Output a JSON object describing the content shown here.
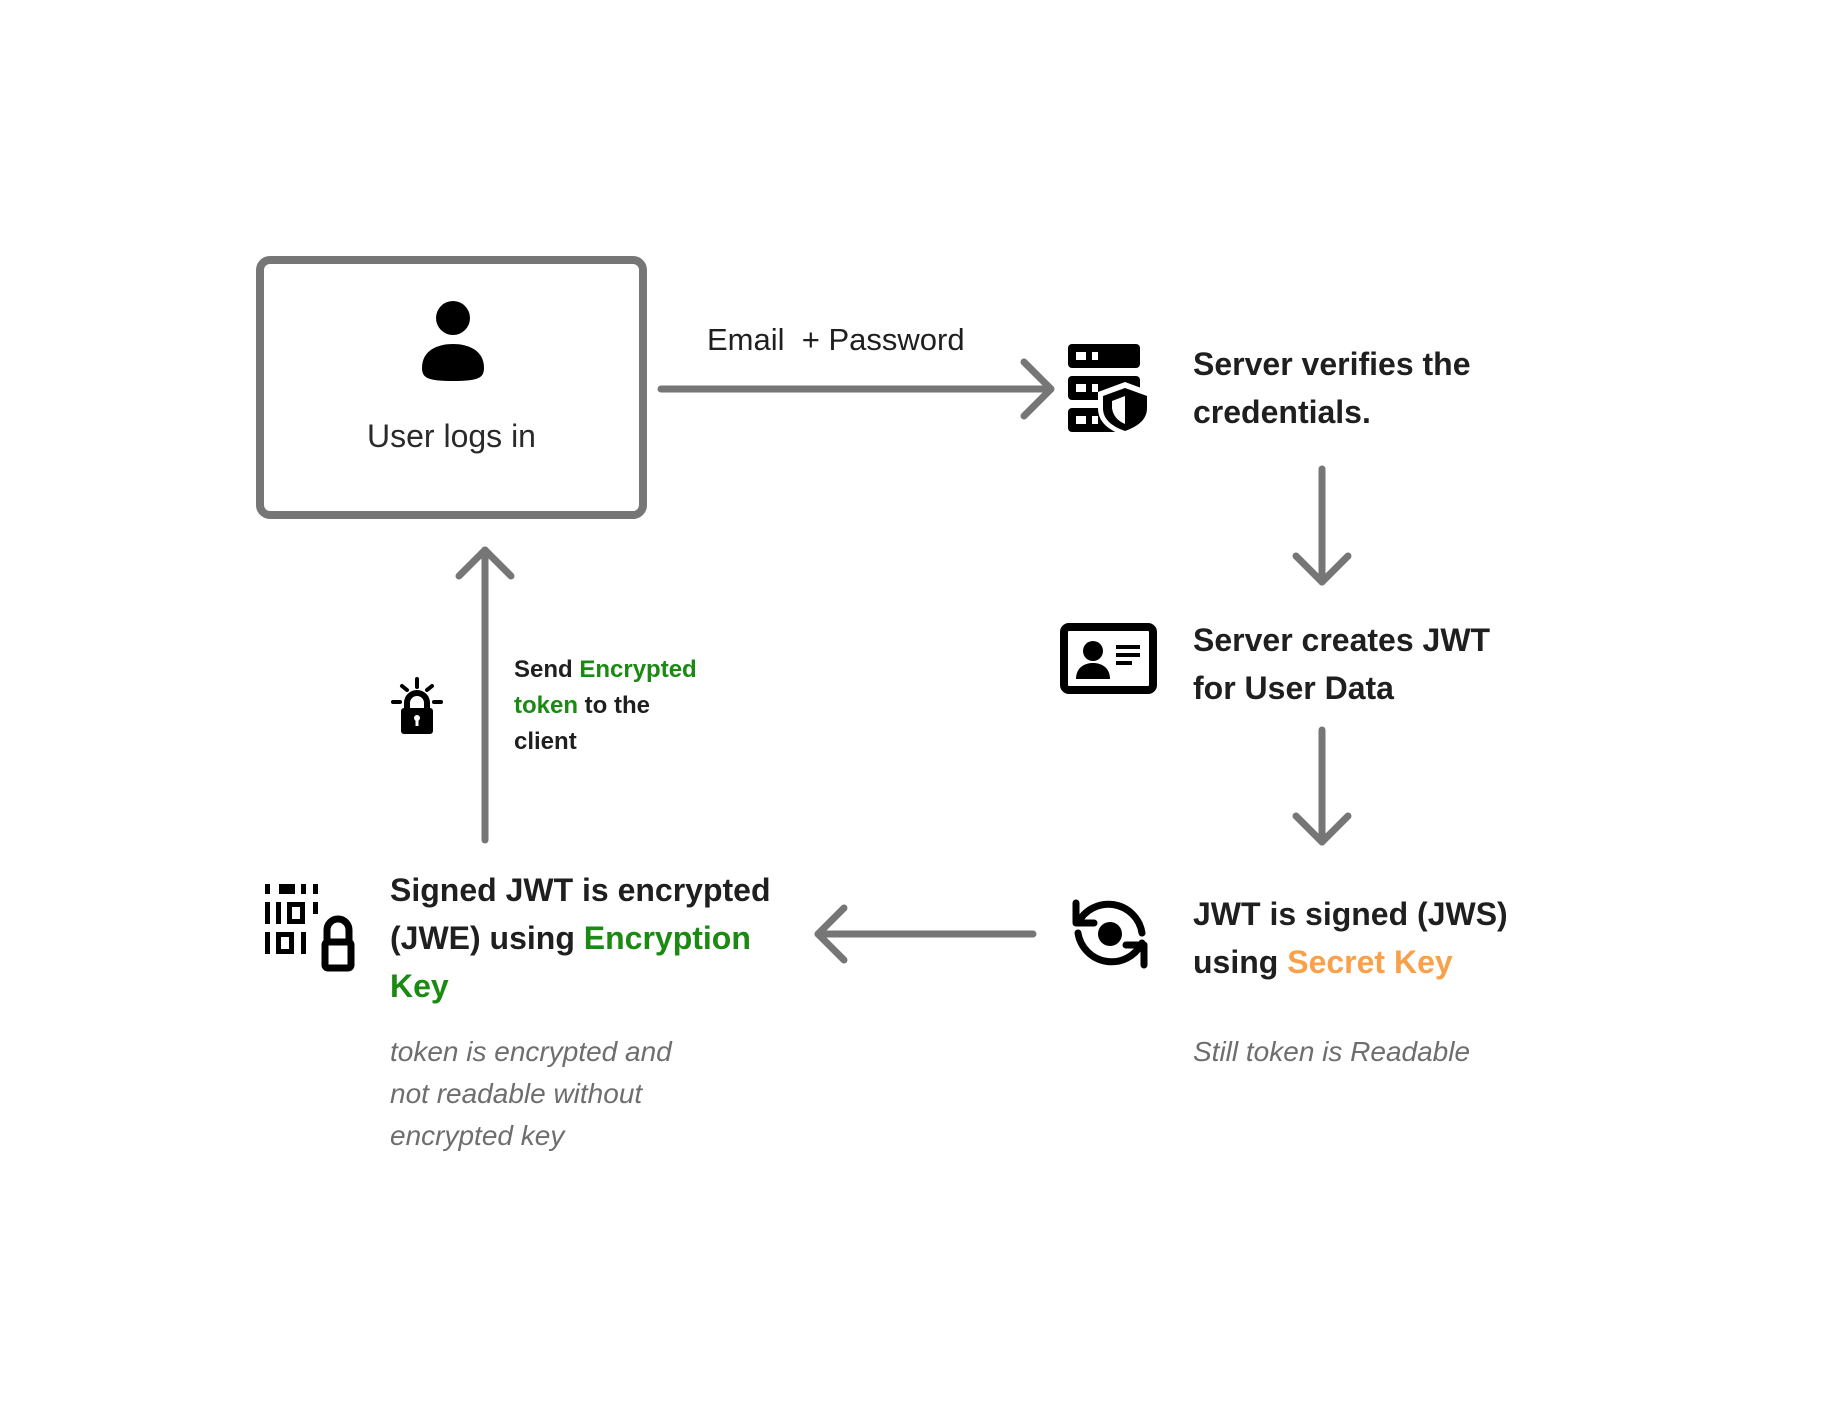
{
  "diagram": {
    "title": "JWT authentication flow",
    "colors": {
      "arrow": "#767676",
      "text": "#1f1f1f",
      "note": "#6e6e6e",
      "green_accent": "#1a8a13",
      "orange_accent": "#f9a04a"
    },
    "nodes": {
      "user_login": {
        "icon": "user-icon",
        "label": "User logs in"
      },
      "verify": {
        "icon": "server-shield-icon",
        "line1": "Server verifies the",
        "line2": "credentials."
      },
      "create": {
        "icon": "id-card-icon",
        "line1": "Server creates JWT",
        "line2": "for User Data"
      },
      "sign": {
        "icon": "sync-icon",
        "line1": "JWT is signed (JWS)",
        "line2_prefix": "using ",
        "line2_accent": "Secret Key",
        "note": "Still token is Readable"
      },
      "encrypt": {
        "icon": "binary-lock-icon",
        "line1": "Signed JWT is encrypted",
        "line2_prefix": "(JWE) using ",
        "line2_accent": "Encryption",
        "line3_accent": "Key",
        "note_lines": [
          "token is encrypted and",
          "not readable without",
          "encrypted key"
        ]
      }
    },
    "edges": {
      "credentials": {
        "label": "Email  + Password"
      },
      "send_token": {
        "icon": "alert-lock-icon",
        "line1_prefix": "Send ",
        "line1_accent": "Encrypted",
        "line2_accent": "token",
        "line2_suffix": " to the",
        "line3": "client"
      }
    }
  }
}
